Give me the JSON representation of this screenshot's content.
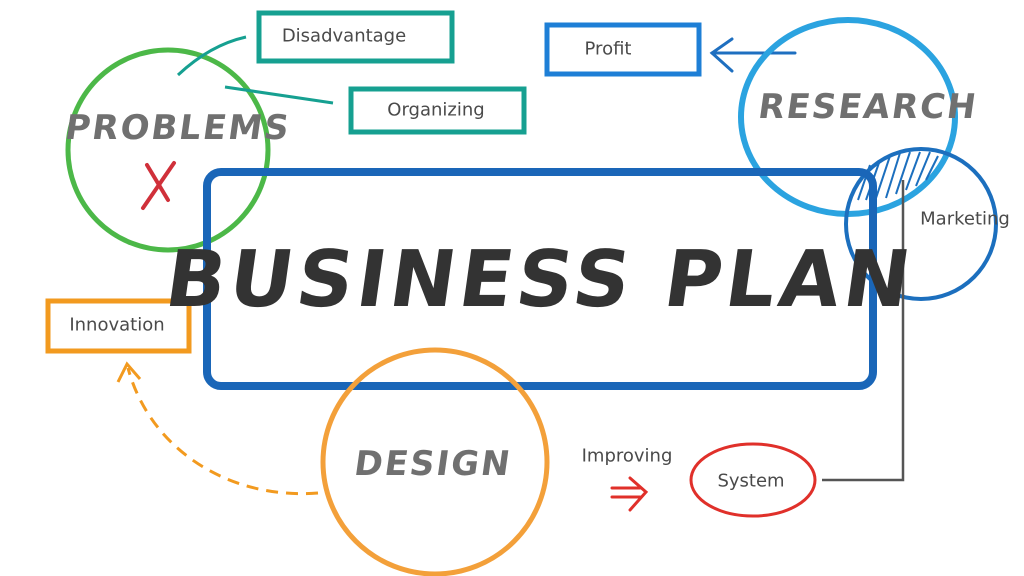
{
  "title": "BUSINESS PLAN",
  "nodes": {
    "problems": "PROBLEMS",
    "research": "RESEARCH",
    "design": "DESIGN"
  },
  "labels": {
    "disadvantage": "Disadvantage",
    "organizing": "Organizing",
    "profit": "Profit",
    "marketing": "Marketing",
    "innovation": "Innovation",
    "improving": "Improving",
    "system": "System"
  },
  "colors": {
    "teal": "#16a091",
    "green": "#4cb848",
    "blue": "#1a66b8",
    "light_blue": "#2ba3e0",
    "orange": "#f29a1f",
    "red": "#e0302a",
    "text": "#333333"
  }
}
